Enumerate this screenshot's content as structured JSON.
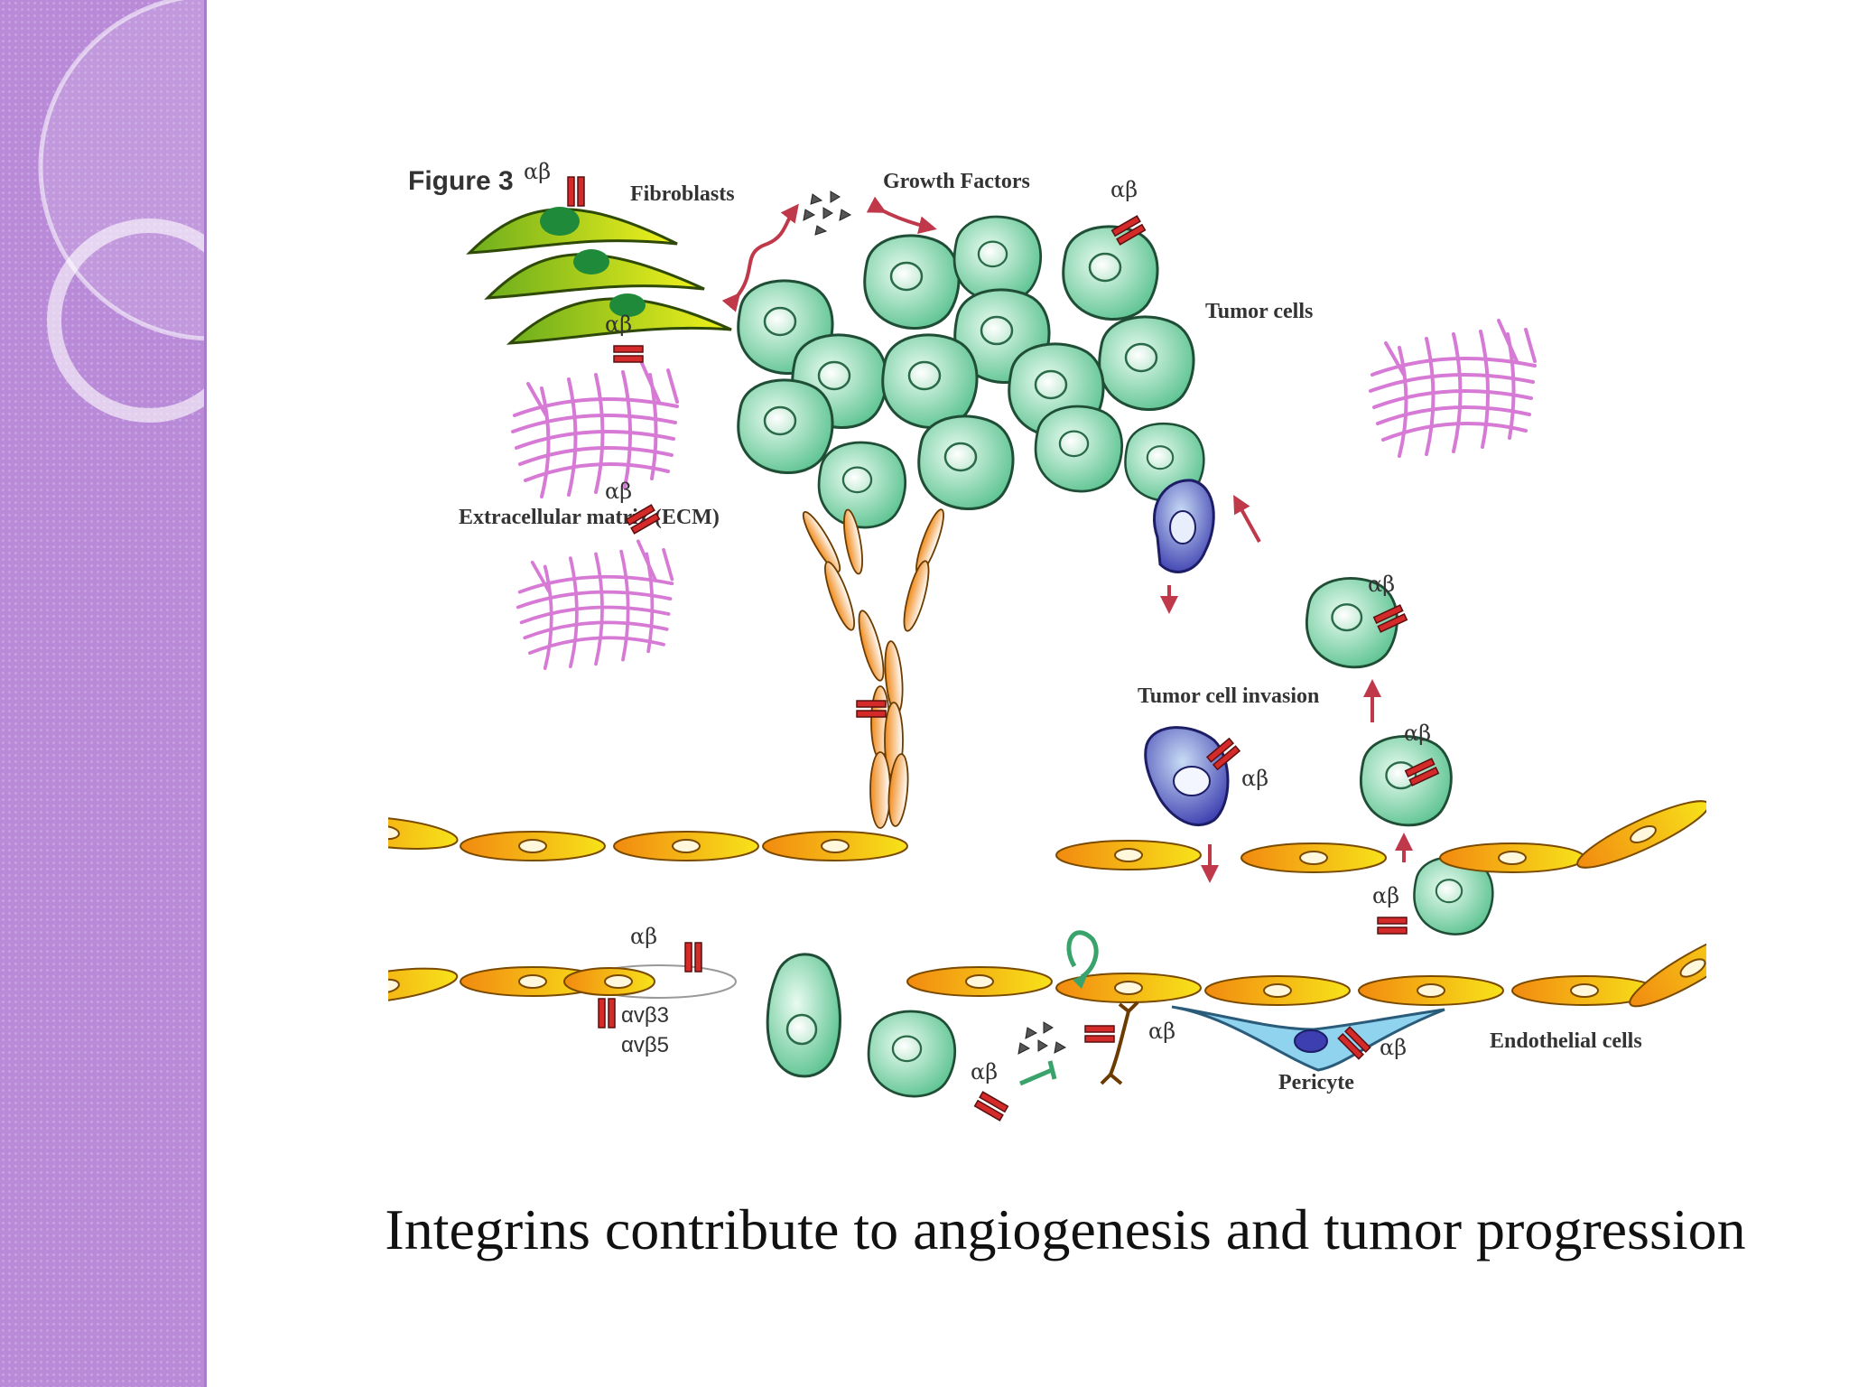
{
  "slide": {
    "caption": "Integrins contribute to angiogenesis and tumor progression"
  },
  "figure": {
    "title": "Figure 3",
    "labels": {
      "fibroblasts": "Fibroblasts",
      "growth_factors": "Growth Factors",
      "tumor_cells": "Tumor cells",
      "ecm": "Extracellular matrix (ECM)",
      "tumor_cell_invasion": "Tumor cell invasion",
      "endothelial_cells": "Endothelial cells",
      "pericyte": "Pericyte",
      "avb3": "αvβ3",
      "avb5": "αvβ5",
      "ab": "αβ"
    }
  },
  "colors": {
    "sidebar": "#b98ad8",
    "tumor_cell": "#7fd3a8",
    "invading_cell": "#4f4fb8",
    "endothelial": "#f2a320",
    "integrin": "#d42a2a",
    "ecm": "#d77ad6",
    "fibroblast": "#b8d62a",
    "pericyte": "#8fd3ef",
    "arrow": "#c0394b"
  }
}
